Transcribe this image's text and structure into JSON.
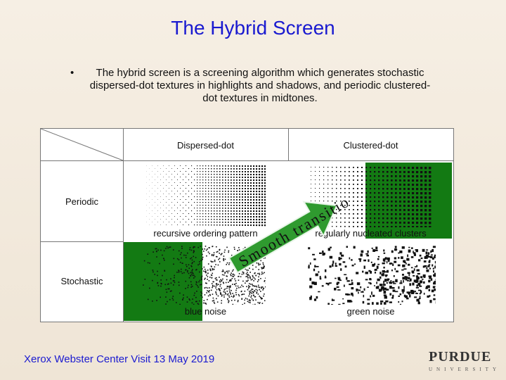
{
  "slide": {
    "title": "The Hybrid Screen",
    "bullet_symbol": "•",
    "bullet_line1": "The hybrid screen is a screening algorithm which generates stochastic",
    "bullet_line2": "dispersed-dot textures in highlights and shadows, and periodic clustered-",
    "bullet_line3": "dot textures in midtones."
  },
  "table": {
    "col_headers": [
      "Dispersed-dot",
      "Clustered-dot"
    ],
    "row_headers": [
      "Periodic",
      "Stochastic"
    ],
    "cells": {
      "periodic_dispersed": "recursive ordering pattern",
      "periodic_clustered": "regularly nucleated clusters",
      "stochastic_dispersed": "blue noise",
      "stochastic_clustered": "green noise"
    }
  },
  "arrow": {
    "text": "Smooth transition",
    "fill_color": "#2f9a2f"
  },
  "footer": {
    "text": "Xerox Webster Center Visit 13 May 2019"
  },
  "logo": {
    "name": "PURDUE",
    "subtitle": "UNIVERSITY"
  },
  "colors": {
    "title": "#1a1ad0",
    "green_block": "#137a13",
    "background": "#f3eadc"
  }
}
